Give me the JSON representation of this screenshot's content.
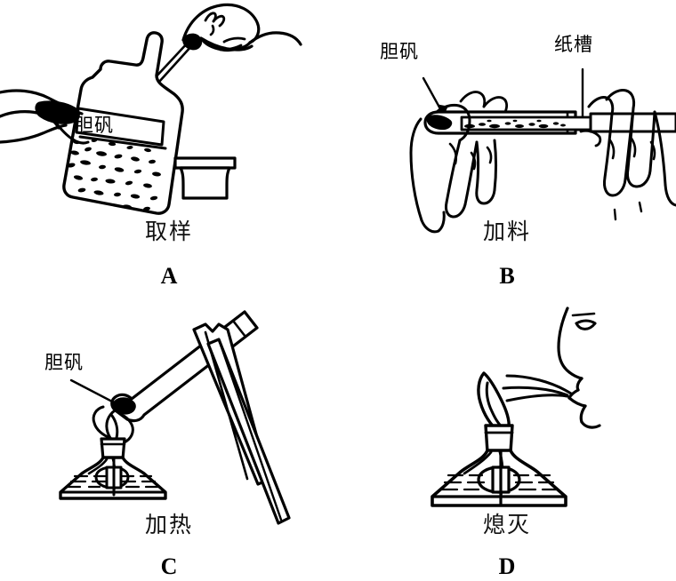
{
  "figure": {
    "background_color": "#ffffff",
    "ink_color": "#000000",
    "panel_count": 4
  },
  "panels": [
    {
      "letter": "A",
      "caption": "取样",
      "caption_meaning": "taking a sample",
      "labels": [
        {
          "text": "胆矾",
          "target": "reagent-bottle-label"
        }
      ],
      "objects": [
        "hand-holding-bottle",
        "hand-holding-spoon",
        "reagent-bottle-with-granules",
        "bottle-stopper"
      ]
    },
    {
      "letter": "B",
      "caption": "加料",
      "caption_meaning": "adding the material",
      "labels": [
        {
          "text": "胆矾",
          "target": "solid-in-test-tube"
        },
        {
          "text": "纸槽",
          "target": "paper-trough"
        }
      ],
      "objects": [
        "left-hand-holding-test-tube",
        "horizontal-test-tube",
        "paper-trough-with-powder",
        "right-hand-holding-trough"
      ]
    },
    {
      "letter": "C",
      "caption": "加热",
      "caption_meaning": "heating",
      "labels": [
        {
          "text": "胆矾",
          "target": "solid-at-tube-mouth"
        }
      ],
      "objects": [
        "tilted-test-tube",
        "test-tube-clamp",
        "alcohol-lamp-lit",
        "flame"
      ]
    },
    {
      "letter": "D",
      "caption": "熄灭",
      "caption_meaning": "extinguishing",
      "labels": [],
      "objects": [
        "face-profile-blowing",
        "breath-stream-lines",
        "alcohol-lamp-with-blown-flame"
      ]
    }
  ]
}
